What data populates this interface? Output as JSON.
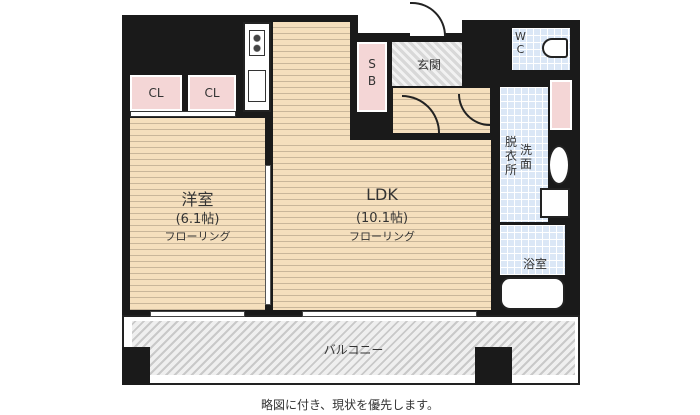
{
  "rooms": {
    "closet1": "CL",
    "closet2": "CL",
    "western_room": {
      "name": "洋室",
      "size": "(6.1帖)",
      "floor": "フローリング"
    },
    "ldk": {
      "name": "LDK",
      "size": "(10.1帖)",
      "floor": "フローリング"
    },
    "shoe_box": "S\nB",
    "entrance": "玄関",
    "wc": "W\nC",
    "washroom_left": "脱\n衣\n所",
    "washroom_right": "洗\n面",
    "bathroom": "浴室",
    "balcony": "バルコニー"
  },
  "caption": "略図に付き、現状を優先します。"
}
